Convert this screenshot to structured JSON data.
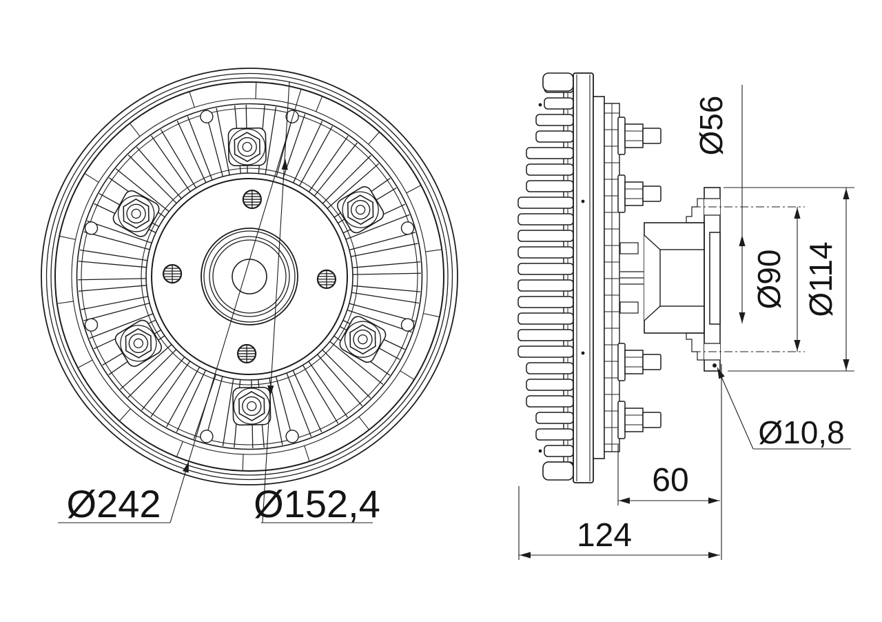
{
  "drawing": {
    "views": [
      "front",
      "side-section"
    ]
  },
  "labels": {
    "front_outer_diameter": "Ø242",
    "front_inner_diameter": "Ø152,4",
    "pilot_diameter": "Ø56",
    "bolt_circle_diameter": "Ø90",
    "flange_diameter": "Ø114",
    "bolt_hole_diameter": "Ø10,8",
    "flange_depth": "60",
    "total_depth": "124"
  },
  "colors": {
    "ink": "#1c1c1c",
    "background": "#ffffff"
  }
}
